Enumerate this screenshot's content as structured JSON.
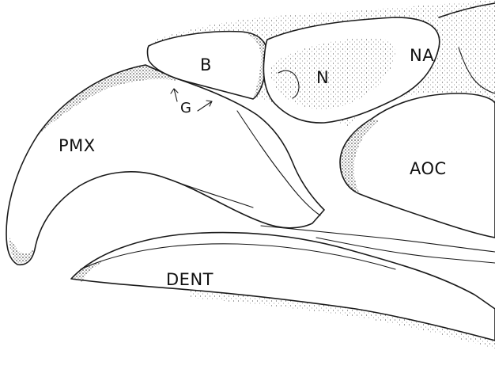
{
  "labels": {
    "b": "B",
    "na": "NA",
    "n": "N",
    "g": "G",
    "pmx": "PMX",
    "aoc": "AOC",
    "dent": "DENT"
  },
  "colors": {
    "ink": "#1a1a1a",
    "paper": "#ffffff"
  }
}
